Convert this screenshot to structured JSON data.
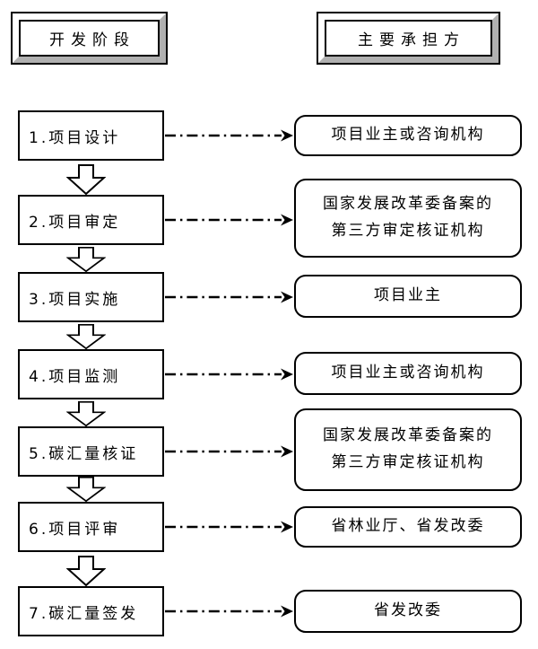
{
  "diagram": {
    "headers": {
      "left": "开发阶段",
      "right": "主要承担方"
    },
    "rows": [
      {
        "step": "1.项目设计",
        "party": "项目业主或咨询机构"
      },
      {
        "step": "2.项目审定",
        "party": "国家发展改革委备案的\n第三方审定核证机构"
      },
      {
        "step": "3.项目实施",
        "party": "项目业主"
      },
      {
        "step": "4.项目监测",
        "party": "项目业主或咨询机构"
      },
      {
        "step": "5.碳汇量核证",
        "party": "国家发展改革委备案的\n第三方审定核证机构"
      },
      {
        "step": "6.项目评审",
        "party": "省林业厅、省发改委"
      },
      {
        "step": "7.碳汇量签发",
        "party": "省发改委"
      }
    ],
    "colors": {
      "line": "#000000",
      "fill": "#ffffff",
      "bevel_shade": "#b0b0b0"
    }
  }
}
